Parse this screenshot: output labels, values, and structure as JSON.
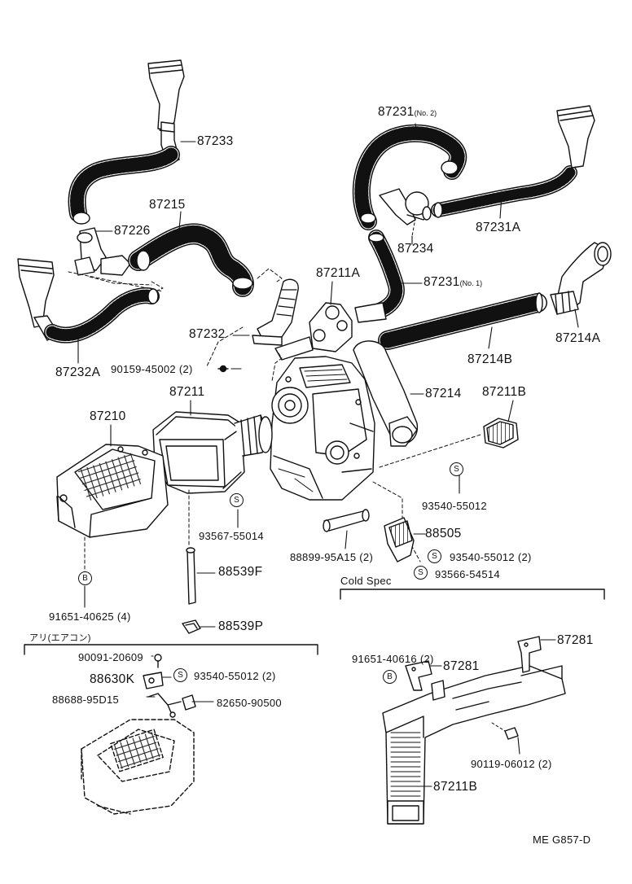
{
  "callouts": {
    "p87233": "87233",
    "p87226": "87226",
    "p87215": "87215",
    "p87232A": "87232A",
    "p87232": "87232",
    "p87231_no2": "87231",
    "p87231_no2_note": "(No. 2)",
    "p87231A": "87231A",
    "p87234": "87234",
    "p87231_no1": "87231",
    "p87231_no1_note": "(No. 1)",
    "p87211A": "87211A",
    "p87214A": "87214A",
    "p87214B": "87214B",
    "p90159": "90159-45002 (2)",
    "p87211": "87211",
    "p87210": "87210",
    "p87214": "87214",
    "p87211B": "87211B",
    "p93540_55012_s": "93540-55012",
    "p93567": "93567-55014",
    "p88505": "88505",
    "p88899": "88899-95A15 (2)",
    "p93540_55012_2": "93540-55012 (2)",
    "p93566": "93566-54514",
    "p88539F": "88539F",
    "p91651_40625": "91651-40625 (4)",
    "p88539P": "88539P",
    "p90091": "90091-20609",
    "p88630K": "88630K",
    "p93540_55012_3": "93540-55012 (2)",
    "p88688": "88688-95D15",
    "p82650": "82650-90500",
    "p91651_40616": "91651-40616 (2)",
    "p87281_a": "87281",
    "p87281_b": "87281",
    "p90119": "90119-06012 (2)",
    "p87211B_cold": "87211B"
  },
  "markers": {
    "s": "S",
    "b": "B"
  },
  "sections": {
    "cold_spec": "Cold Spec",
    "aircon": "アリ(エアコン)"
  },
  "footer": {
    "code": "ME G857-D"
  }
}
